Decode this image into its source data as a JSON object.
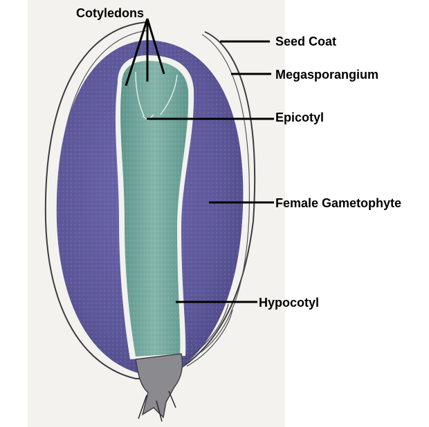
{
  "labels": {
    "cotyledons": "Cotyledons",
    "seed_coat": "Seed Coat",
    "megasporangium": "Megasporangium",
    "epicotyl": "Epicotyl",
    "female_gametophyte": "Female Gametophyte",
    "hypocotyl": "Hypocotyl"
  },
  "colors": {
    "background": "#ffffff",
    "paper": "#f4f3ef",
    "gametophyte": "#5f5a9e",
    "embryo": "#7fb0a6",
    "line": "#000000",
    "tissue_outline": "#3b3a40"
  }
}
